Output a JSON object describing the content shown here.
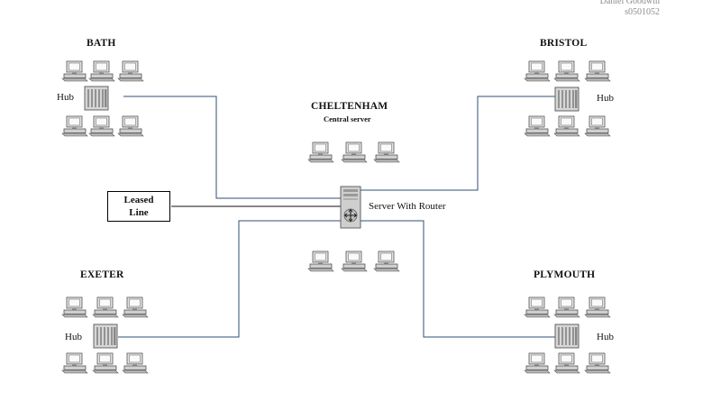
{
  "author": {
    "name": "Daniel Goodwin",
    "id": "s0501052"
  },
  "sites": {
    "bath": {
      "title": "BATH",
      "hub_label": "Hub"
    },
    "bristol": {
      "title": "BRISTOL",
      "hub_label": "Hub"
    },
    "exeter": {
      "title": "EXETER",
      "hub_label": "Hub"
    },
    "plymouth": {
      "title": "PLYMOUTH",
      "hub_label": "Hub"
    },
    "cheltenham": {
      "title": "CHELTENHAM",
      "subtitle": "Central server"
    }
  },
  "leased_line": {
    "line1": "Leased",
    "line2": "Line"
  },
  "server": {
    "label": "Server With Router"
  },
  "colors": {
    "link": "#2f4f74",
    "device": "#d4d4d4",
    "device_dark": "#8a8a8a",
    "outline": "#555555"
  },
  "icons": {
    "workstation": "computer-icon",
    "hub": "hub-icon",
    "server": "server-router-icon"
  }
}
